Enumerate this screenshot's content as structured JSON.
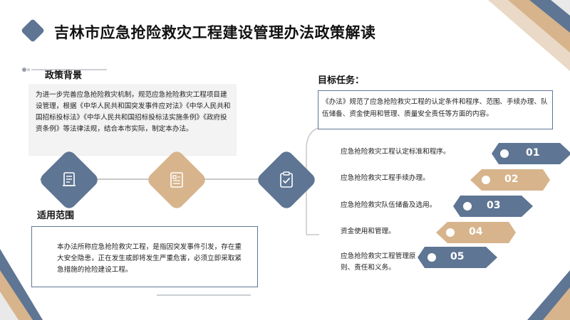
{
  "title": "吉林市应急抢险救灾工程建设管理办法政策解读",
  "background": {
    "heading": "政策背景",
    "text": "为进一步完善应急抢险救灾机制，规范应急抢险救灾工程项目建设管理，根据《中华人民共和国突发事件应对法》《中华人民共和国招标投标法》《中华人民共和国招标投标法实施条例》《政府投资条例》等法律法规，结合本市实际，制定本办法。"
  },
  "scope": {
    "heading": "适用范围",
    "text": "本办法所称应急抢险救灾工程，是指因突发事件引发，存在重大安全隐患，正在发生或即将发生严重危害，必须立即采取紧急措施的抢险建设工程。"
  },
  "target": {
    "heading": "目标任务：",
    "text": "《办法》规范了应急抢险救灾工程的认定条件和程序、范围、手续办理、队伍储备、资金使用和管理、质量安全责任等方面的内容。"
  },
  "tasks": [
    {
      "label": "应急抢险救灾工程认定标准和程序。",
      "num": "01",
      "color": "#5e7593"
    },
    {
      "label": "应急抢险救灾工程手续办理。",
      "num": "02",
      "color": "#d7b48c"
    },
    {
      "label": "应急抢险救灾队伍储备及选用。",
      "num": "03",
      "color": "#5e7593"
    },
    {
      "label": "资金使用和管理。",
      "num": "04",
      "color": "#d7b48c"
    },
    {
      "label": "应急抢险救灾工程管理原则、责任和义务。",
      "num": "05",
      "color": "#5e7593"
    }
  ],
  "icons": {
    "left": "document-icon",
    "middle": "form-icon",
    "right": "clipboard-check-icon"
  },
  "colors": {
    "primary": "#5e7593",
    "accent": "#d7b48c"
  }
}
